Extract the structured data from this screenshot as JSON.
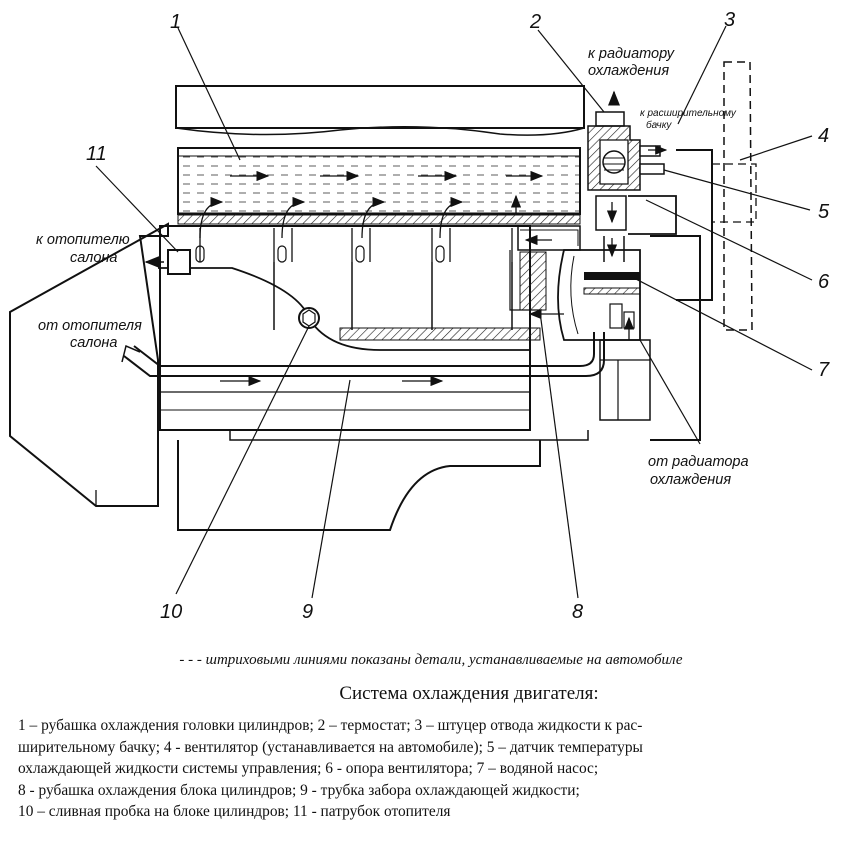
{
  "callouts": {
    "n1": "1",
    "n2": "2",
    "n3": "3",
    "n4": "4",
    "n5": "5",
    "n6": "6",
    "n7": "7",
    "n8": "8",
    "n9": "9",
    "n10": "10",
    "n11": "11"
  },
  "flow_labels": {
    "to_radiator_1": "к радиатору",
    "to_radiator_2": "охлаждения",
    "to_exp_tank_1": "к расширительному",
    "to_exp_tank_2": "бачку",
    "to_heater_1": "к отопителю",
    "to_heater_2": "салона",
    "from_heater_1": "от отопителя",
    "from_heater_2": "салона",
    "from_radiator_1": "от радиатора",
    "from_radiator_2": "охлаждения"
  },
  "note": "- - - штриховыми линиями показаны детали, устанавливаемые на автомобиле",
  "title": "Система охлаждения двигателя:",
  "legend": {
    "line1": "1 – рубашка охлаждения головки цилиндров; 2 – термостат; 3 – штуцер отвода жидкости к рас-",
    "line2": "ширительному бачку; 4 - вентилятор (устанавливается на автомобиле); 5 – датчик температуры",
    "line3": "охлаждающей жидкости системы управления; 6 - опора вентилятора; 7 – водяной насос;",
    "line4": "8 - рубашка охлаждения блока цилиндров; 9 - трубка забора охлаждающей жидкости;",
    "line5": "10 – сливная пробка на блоке цилиндров; 11 - патрубок отопителя"
  }
}
